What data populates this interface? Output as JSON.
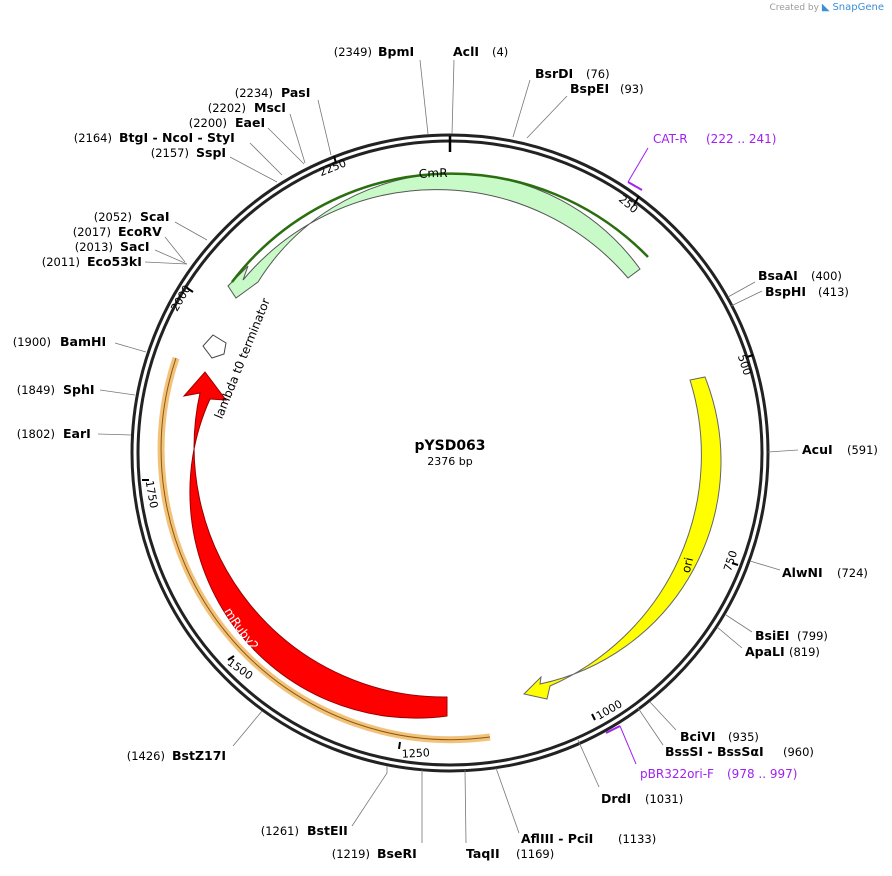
{
  "credit": {
    "prefix": "Created by",
    "brand": "SnapGene"
  },
  "map": {
    "name": "pYSD063",
    "length_bp": 2376,
    "length_label": "2376 bp"
  },
  "ticks": [
    "250",
    "500",
    "750",
    "1000",
    "1250",
    "1500",
    "1750",
    "2000",
    "2250"
  ],
  "features": [
    {
      "id": "cmr",
      "label": "CmR",
      "color": "#c8fac8",
      "stroke": "#3a8a3a",
      "label_color": "#000000"
    },
    {
      "id": "ori",
      "label": "ori",
      "color": "#ffff00",
      "stroke": "#9a9a00",
      "label_color": "#000000"
    },
    {
      "id": "mruby2",
      "label": "mRuby2",
      "color": "#ff0000",
      "stroke": "#990000",
      "label_color": "#ffffff"
    },
    {
      "id": "lambda",
      "label": "lambda t0 terminator",
      "color": "#ffffff",
      "stroke": "#555555",
      "label_color": "#000000"
    }
  ],
  "primers": [
    {
      "name": "CAT-R",
      "range": "(222 .. 241)",
      "color": "#a020f0"
    },
    {
      "name": "pBR322ori-F",
      "range": "(978 .. 997)",
      "color": "#a020f0"
    }
  ],
  "sites": [
    {
      "pos": "(2349)",
      "name": "BpmI"
    },
    {
      "pos": "(4)",
      "name": "AclI"
    },
    {
      "pos": "(76)",
      "name": "BsrDI"
    },
    {
      "pos": "(93)",
      "name": "BspEI"
    },
    {
      "pos": "(2234)",
      "name": "PasI"
    },
    {
      "pos": "(2202)",
      "name": "MscI"
    },
    {
      "pos": "(2200)",
      "name": "EaeI"
    },
    {
      "pos": "(2164)",
      "name": "BtgI - NcoI - StyI"
    },
    {
      "pos": "(2157)",
      "name": "SspI"
    },
    {
      "pos": "(2052)",
      "name": "ScaI"
    },
    {
      "pos": "(2017)",
      "name": "EcoRV"
    },
    {
      "pos": "(2013)",
      "name": "SacI"
    },
    {
      "pos": "(2011)",
      "name": "Eco53kI"
    },
    {
      "pos": "(1900)",
      "name": "BamHI"
    },
    {
      "pos": "(1849)",
      "name": "SphI"
    },
    {
      "pos": "(1802)",
      "name": "EarI"
    },
    {
      "pos": "(400)",
      "name": "BsaAI"
    },
    {
      "pos": "(413)",
      "name": "BspHI"
    },
    {
      "pos": "(591)",
      "name": "AcuI"
    },
    {
      "pos": "(724)",
      "name": "AlwNI"
    },
    {
      "pos": "(799)",
      "name": "BsiEI"
    },
    {
      "pos": "(819)",
      "name": "ApaLI"
    },
    {
      "pos": "(935)",
      "name": "BciVI"
    },
    {
      "pos": "(960)",
      "name": "BssSI - BssSαI"
    },
    {
      "pos": "(1031)",
      "name": "DrdI"
    },
    {
      "pos": "(1133)",
      "name": "AflIII - PciI"
    },
    {
      "pos": "(1169)",
      "name": "TaqII"
    },
    {
      "pos": "(1219)",
      "name": "BseRI"
    },
    {
      "pos": "(1261)",
      "name": "BstEII"
    },
    {
      "pos": "(1426)",
      "name": "BstZ17I"
    }
  ]
}
